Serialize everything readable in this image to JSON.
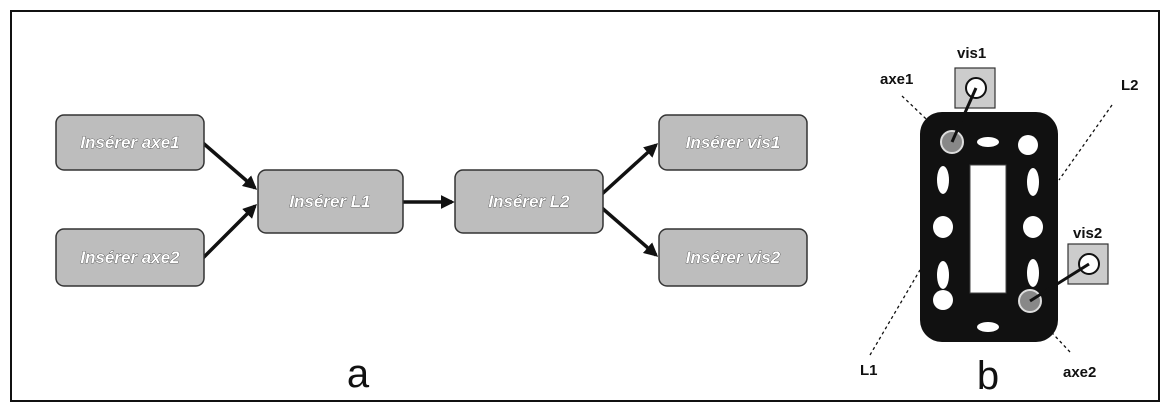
{
  "diagram_a": {
    "caption": "a",
    "nodes": {
      "axe1": "Insérer axe1",
      "axe2": "Insérer axe2",
      "l1": "Insérer L1",
      "l2": "Insérer L2",
      "vis1": "Insérer vis1",
      "vis2": "Insérer vis2"
    }
  },
  "diagram_b": {
    "caption": "b",
    "labels": {
      "axe1": "axe1",
      "vis1": "vis1",
      "l2": "L2",
      "vis2": "vis2",
      "l1": "L1",
      "axe2": "axe2"
    }
  },
  "colors": {
    "node_fill": "#bdbdbd",
    "part_fill": "#111111",
    "screw_fill": "#cccccc"
  }
}
